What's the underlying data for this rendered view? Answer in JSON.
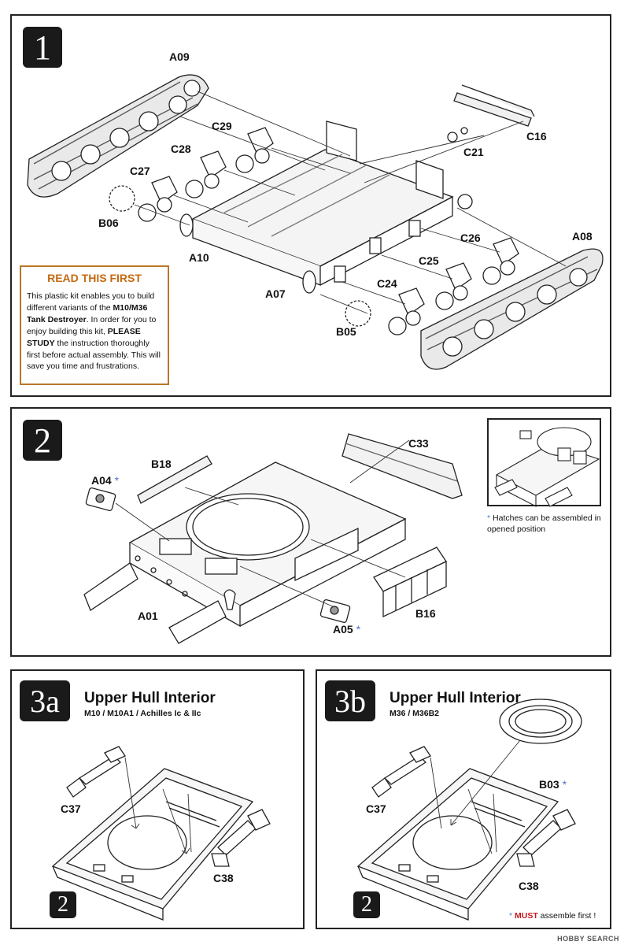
{
  "step1": {
    "badge": "1",
    "labels": {
      "a09": "A09",
      "c16": "C16",
      "c29": "C29",
      "c21": "C21",
      "c28": "C28",
      "c27": "C27",
      "b06": "B06",
      "a10": "A10",
      "a08": "A08",
      "c26": "C26",
      "c25": "C25",
      "a07": "A07",
      "c24": "C24",
      "b05": "B05"
    },
    "read_first": {
      "title": "READ THIS FIRST",
      "text_1": "This plastic kit enables you to build different variants of the ",
      "model": "M10/M36 Tank Destroyer",
      "text_2": ".  In order for you to enjoy building this kit, ",
      "emphasis": "PLEASE STUDY",
      "text_3": " the instruction thoroughly first before actual assembly.  This will save you time and frustrations."
    }
  },
  "step2": {
    "badge": "2",
    "labels": {
      "c33": "C33",
      "b18": "B18",
      "a04": "A04",
      "a01": "A01",
      "b16": "B16",
      "a05": "A05"
    },
    "star": "*",
    "note": "Hatches can be assembled in opened position"
  },
  "step3a": {
    "badge": "3a",
    "title": "Upper Hull Interior",
    "variants": "M10 / M10A1 / Achilles Ic & IIc",
    "labels": {
      "c37": "C37",
      "c38": "C38"
    },
    "ref_step": "2"
  },
  "step3b": {
    "badge": "3b",
    "title": "Upper Hull Interior",
    "variants": "M36 / M36B2",
    "labels": {
      "c37": "C37",
      "c38": "C38",
      "b03": "B03"
    },
    "ref_step": "2",
    "must_prefix": "* ",
    "must_word": "MUST",
    "must_rest": " assemble first !"
  },
  "watermark": "HOBBY SEARCH"
}
